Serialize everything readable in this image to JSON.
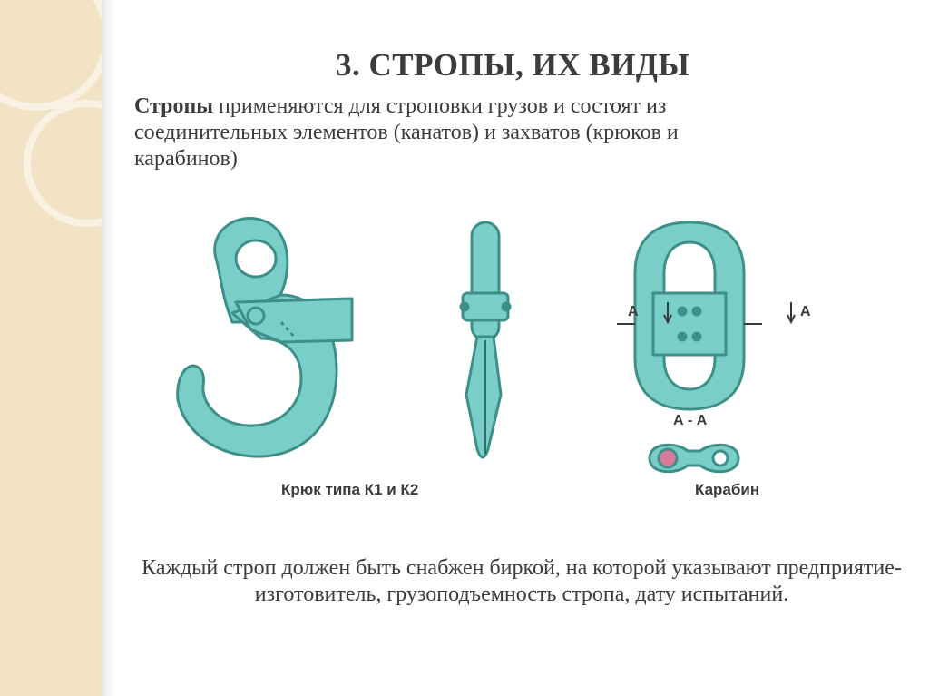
{
  "slide": {
    "title": "3. СТРОПЫ, ИХ ВИДЫ",
    "intro_bold": "Стропы",
    "intro_rest": " применяются  для строповки грузов и состоят из соединительных элементов (канатов) и захватов (крюков и карабинов)",
    "note": "Каждый строп должен быть снабжен биркой, на которой указывают предприятие-изготовитель, грузоподъемность стропа, дату испытаний."
  },
  "figure": {
    "hook_caption": "Крюк типа К1 и К2",
    "carabiner_caption": "Карабин",
    "section_mark_left": "А",
    "section_mark_right": "А",
    "section_title": "А - А"
  },
  "colors": {
    "part_fill": "#79cfc8",
    "part_stroke": "#3f8f89",
    "section_fill": "#d97a9a",
    "side_strip": "#f1e3c4"
  }
}
